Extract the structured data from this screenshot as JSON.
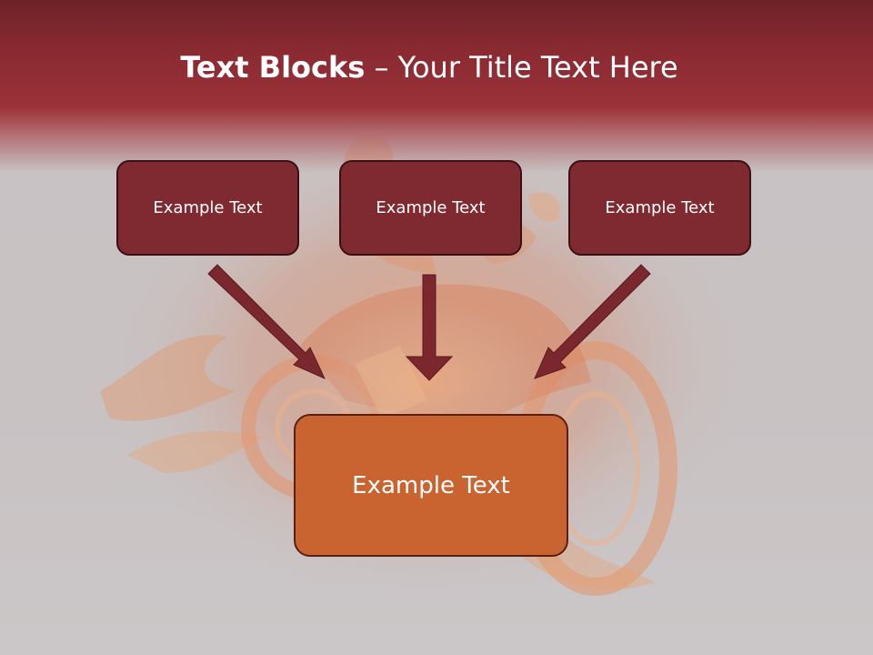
{
  "slide": {
    "title_bold": "Text Blocks",
    "title_rest": " – Your Title Text Here",
    "top_boxes": [
      {
        "label": "Example Text"
      },
      {
        "label": "Example Text"
      },
      {
        "label": "Example Text"
      }
    ],
    "main_box": {
      "label": "Example Text"
    }
  },
  "colors": {
    "header": "#9a3239",
    "top_box_fill": "#7e2a30",
    "main_box_fill": "#c9632f",
    "arrow": "#7a272d",
    "background": "#c8c2c3"
  },
  "icons": [
    "flaming-motorcycle-illustration",
    "arrow-down-right",
    "arrow-down",
    "arrow-down-left"
  ]
}
